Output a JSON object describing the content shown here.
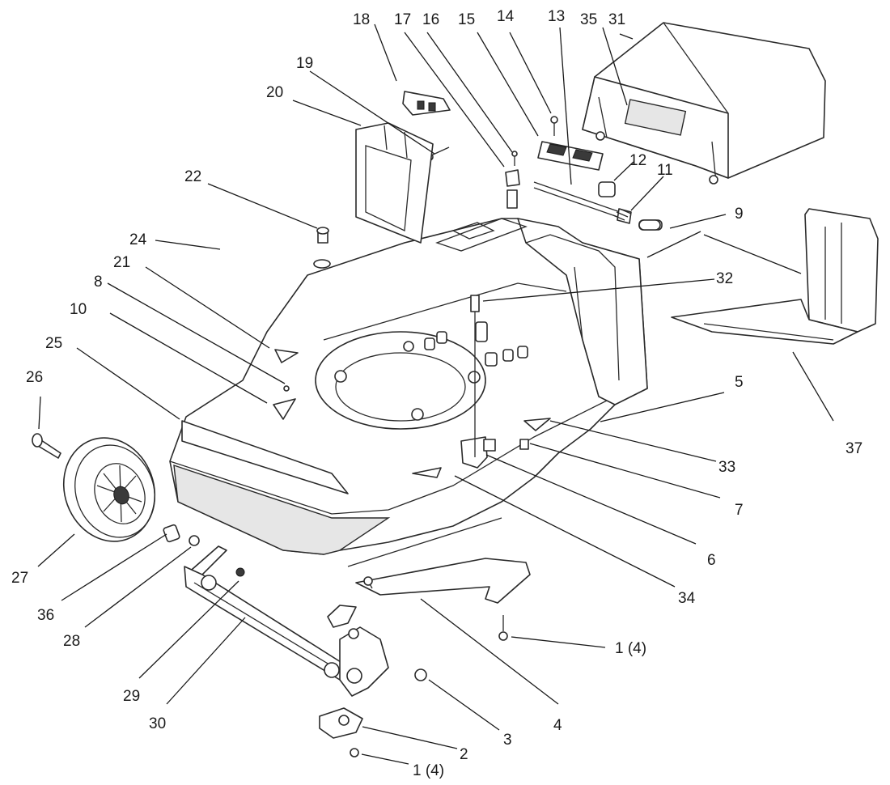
{
  "callouts": {
    "c1a": "1 (4)",
    "c1b": "1 (4)",
    "c2": "2",
    "c3": "3",
    "c4": "4",
    "c5": "5",
    "c6": "6",
    "c7": "7",
    "c8": "8",
    "c9": "9",
    "c10": "10",
    "c11": "11",
    "c12": "12",
    "c13": "13",
    "c14": "14",
    "c15": "15",
    "c16": "16",
    "c17": "17",
    "c18": "18",
    "c19": "19",
    "c20": "20",
    "c21": "21",
    "c22": "22",
    "c24": "24",
    "c25": "25",
    "c26": "26",
    "c27": "27",
    "c28": "28",
    "c29": "29",
    "c30": "30",
    "c31": "31",
    "c32": "32",
    "c33": "33",
    "c34": "34",
    "c35": "35",
    "c36": "36",
    "c37": "37"
  }
}
